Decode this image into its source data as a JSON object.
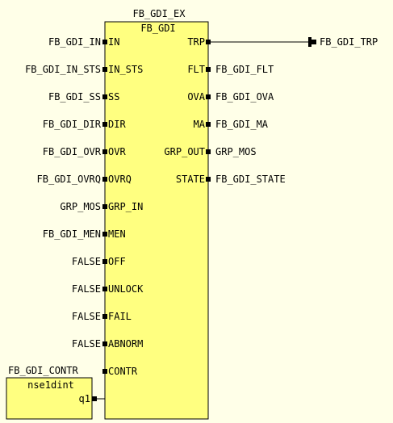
{
  "colors": {
    "background": "#ffffe8",
    "block_fill": "#ffff80",
    "line": "#000000"
  },
  "main_block": {
    "instance": "FB_GDI_EX",
    "type": "FB_GDI",
    "inputs": [
      {
        "pin": "IN",
        "signal": "FB_GDI_IN"
      },
      {
        "pin": "IN_STS",
        "signal": "FB_GDI_IN_STS"
      },
      {
        "pin": "SS",
        "signal": "FB_GDI_SS"
      },
      {
        "pin": "DIR",
        "signal": "FB_GDI_DIR"
      },
      {
        "pin": "OVR",
        "signal": "FB_GDI_OVR"
      },
      {
        "pin": "OVRQ",
        "signal": "FB_GDI_OVRQ"
      },
      {
        "pin": "GRP_IN",
        "signal": "GRP_MOS"
      },
      {
        "pin": "MEN",
        "signal": "FB_GDI_MEN"
      },
      {
        "pin": "OFF",
        "signal": "FALSE"
      },
      {
        "pin": "UNLOCK",
        "signal": "FALSE"
      },
      {
        "pin": "FAIL",
        "signal": "FALSE"
      },
      {
        "pin": "ABNORM",
        "signal": "FALSE"
      },
      {
        "pin": "CONTR",
        "signal": ""
      }
    ],
    "outputs": [
      {
        "pin": "TRP",
        "signal": "FB_GDI_TRP",
        "wired": true
      },
      {
        "pin": "FLT",
        "signal": "FB_GDI_FLT",
        "wired": false
      },
      {
        "pin": "OVA",
        "signal": "FB_GDI_OVA",
        "wired": false
      },
      {
        "pin": "MA",
        "signal": "FB_GDI_MA",
        "wired": false
      },
      {
        "pin": "GRP_OUT",
        "signal": "GRP_MOS",
        "wired": false
      },
      {
        "pin": "STATE",
        "signal": "FB_GDI_STATE",
        "wired": false
      }
    ]
  },
  "small_block": {
    "instance": "FB_GDI_CONTR",
    "type": "nse1dint",
    "output_pin": "q1"
  }
}
